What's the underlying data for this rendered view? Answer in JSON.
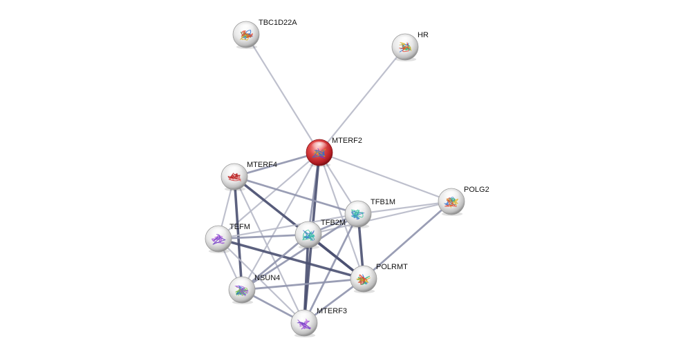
{
  "network": {
    "nodes": [
      {
        "id": "MTERF2",
        "label": "MTERF2",
        "query": true,
        "art": "gold"
      },
      {
        "id": "TBC1D22A",
        "label": "TBC1D22A",
        "query": false,
        "art": "rainbow"
      },
      {
        "id": "HR",
        "label": "HR",
        "query": false,
        "art": "rainbow"
      },
      {
        "id": "MTERF4",
        "label": "MTERF4",
        "query": false,
        "art": "red"
      },
      {
        "id": "POLG2",
        "label": "POLG2",
        "query": false,
        "art": "rainbow"
      },
      {
        "id": "TFB1M",
        "label": "TFB1M",
        "query": false,
        "art": "teal"
      },
      {
        "id": "TEFM",
        "label": "TEFM",
        "query": false,
        "art": "purple"
      },
      {
        "id": "TFB2M",
        "label": "TFB2M",
        "query": false,
        "art": "teal"
      },
      {
        "id": "POLRMT",
        "label": "POLRMT",
        "query": false,
        "art": "rainbow"
      },
      {
        "id": "NSUN4",
        "label": "NSUN4",
        "query": false,
        "art": "green"
      },
      {
        "id": "MTERF3",
        "label": "MTERF3",
        "query": false,
        "art": "purple"
      }
    ],
    "edges": [
      {
        "source": "MTERF2",
        "target": "TBC1D22A",
        "weight": 1
      },
      {
        "source": "MTERF2",
        "target": "HR",
        "weight": 1
      },
      {
        "source": "MTERF2",
        "target": "MTERF4",
        "weight": 2
      },
      {
        "source": "MTERF2",
        "target": "POLG2",
        "weight": 1
      },
      {
        "source": "MTERF2",
        "target": "TFB1M",
        "weight": 1
      },
      {
        "source": "MTERF2",
        "target": "TEFM",
        "weight": 1
      },
      {
        "source": "MTERF2",
        "target": "TFB2M",
        "weight": 2
      },
      {
        "source": "MTERF2",
        "target": "POLRMT",
        "weight": 1
      },
      {
        "source": "MTERF2",
        "target": "NSUN4",
        "weight": 1
      },
      {
        "source": "MTERF2",
        "target": "MTERF3",
        "weight": 3
      },
      {
        "source": "MTERF4",
        "target": "TFB1M",
        "weight": 2
      },
      {
        "source": "MTERF4",
        "target": "TEFM",
        "weight": 1
      },
      {
        "source": "MTERF4",
        "target": "TFB2M",
        "weight": 1
      },
      {
        "source": "MTERF4",
        "target": "POLRMT",
        "weight": 3
      },
      {
        "source": "MTERF4",
        "target": "NSUN4",
        "weight": 3
      },
      {
        "source": "MTERF4",
        "target": "MTERF3",
        "weight": 1
      },
      {
        "source": "POLG2",
        "target": "TFB1M",
        "weight": 1
      },
      {
        "source": "POLG2",
        "target": "TFB2M",
        "weight": 1
      },
      {
        "source": "POLG2",
        "target": "POLRMT",
        "weight": 2
      },
      {
        "source": "TFB1M",
        "target": "TEFM",
        "weight": 1
      },
      {
        "source": "TFB1M",
        "target": "TFB2M",
        "weight": 2
      },
      {
        "source": "TFB1M",
        "target": "POLRMT",
        "weight": 3
      },
      {
        "source": "TFB1M",
        "target": "NSUN4",
        "weight": 2
      },
      {
        "source": "TFB1M",
        "target": "MTERF3",
        "weight": 2
      },
      {
        "source": "TEFM",
        "target": "TFB2M",
        "weight": 2
      },
      {
        "source": "TEFM",
        "target": "POLRMT",
        "weight": 3
      },
      {
        "source": "TEFM",
        "target": "NSUN4",
        "weight": 1
      },
      {
        "source": "TEFM",
        "target": "MTERF3",
        "weight": 1
      },
      {
        "source": "TFB2M",
        "target": "POLRMT",
        "weight": 3
      },
      {
        "source": "TFB2M",
        "target": "NSUN4",
        "weight": 2
      },
      {
        "source": "TFB2M",
        "target": "MTERF3",
        "weight": 3
      },
      {
        "source": "POLRMT",
        "target": "NSUN4",
        "weight": 2
      },
      {
        "source": "POLRMT",
        "target": "MTERF3",
        "weight": 2
      },
      {
        "source": "NSUN4",
        "target": "MTERF3",
        "weight": 2
      }
    ]
  },
  "colors": {
    "query_node": "#c8222a",
    "node": "#e6e6e6",
    "edge_light": "#b7b9c8",
    "edge_medium": "#8f93ad",
    "edge_dark": "#4a5071",
    "label": "#111111",
    "background": "#ffffff"
  }
}
